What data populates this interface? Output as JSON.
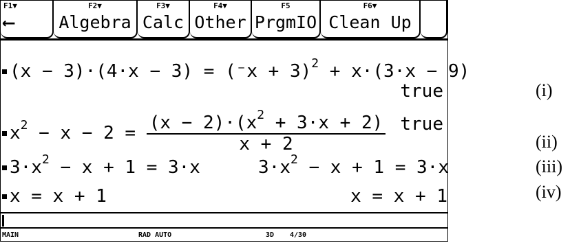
{
  "toolbar": {
    "tabs": [
      {
        "fkey": "F1▼",
        "label": "⟵"
      },
      {
        "fkey": "F2▼",
        "label": "Algebra"
      },
      {
        "fkey": "F3▼",
        "label": "Calc"
      },
      {
        "fkey": "F4▼",
        "label": "Other"
      },
      {
        "fkey": "F5",
        "label": "PrgmIO"
      },
      {
        "fkey": "F6▼",
        "label": "Clean Up"
      },
      {
        "fkey": "",
        "label": ""
      }
    ]
  },
  "history": [
    {
      "expr_html": "(x − 3)·(4·x − 3) = (⁻x + 3)<sup>2</sup> + x·(3·x − 9)",
      "result": "true"
    },
    {
      "expr_left": "x<sup>2</sup> − x − 2 = ",
      "frac_num": "(x − 2)·(x<sup>2</sup> + 3·x + 2)",
      "frac_den": "x + 2",
      "result": "true"
    },
    {
      "expr_html": "3·x<sup>2</sup> − x + 1 = 3·x",
      "result_html": "3·x<sup>2</sup> − x + 1 = 3·x"
    },
    {
      "expr_html": "x = x + 1",
      "result_html": "x = x + 1"
    }
  ],
  "status": {
    "folder": "MAIN",
    "mode": "RAD AUTO",
    "graph": "3D",
    "count": "4/30"
  },
  "labels": [
    "(i)",
    "(ii)",
    "(iii)",
    "(iv)"
  ]
}
